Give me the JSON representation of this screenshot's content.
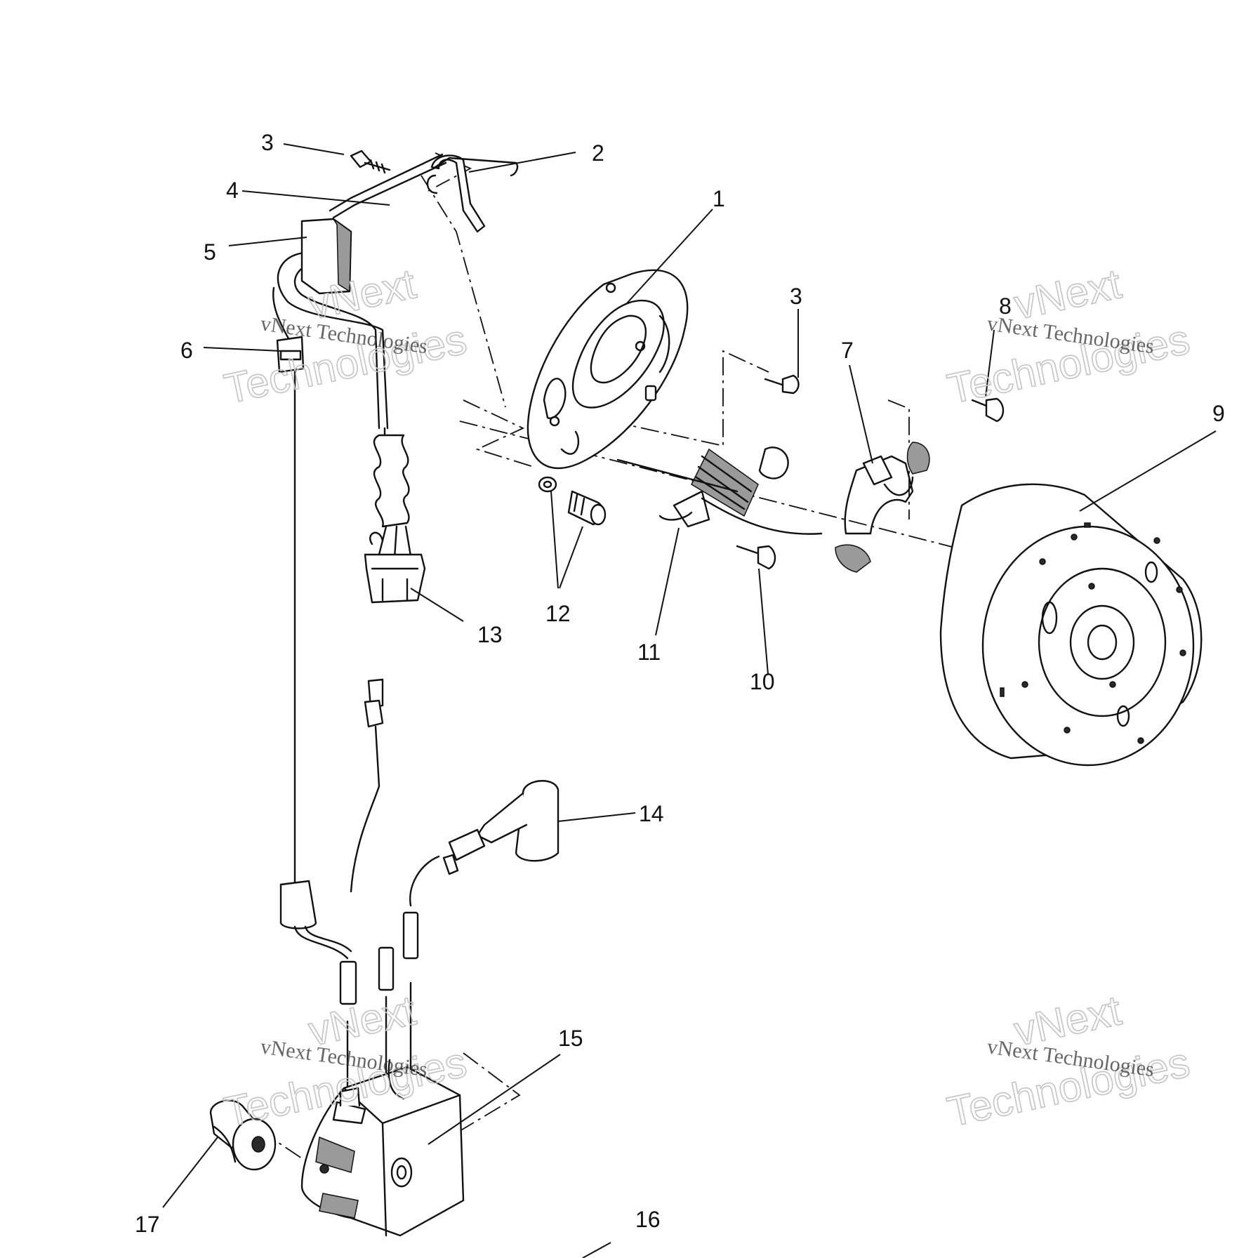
{
  "callouts": [
    {
      "id": "1",
      "label": "1"
    },
    {
      "id": "2",
      "label": "2"
    },
    {
      "id": "3a",
      "label": "3"
    },
    {
      "id": "3b",
      "label": "3"
    },
    {
      "id": "4",
      "label": "4"
    },
    {
      "id": "5",
      "label": "5"
    },
    {
      "id": "6",
      "label": "6"
    },
    {
      "id": "7",
      "label": "7"
    },
    {
      "id": "8",
      "label": "8"
    },
    {
      "id": "9",
      "label": "9"
    },
    {
      "id": "10",
      "label": "10"
    },
    {
      "id": "11",
      "label": "11"
    },
    {
      "id": "12",
      "label": "12"
    },
    {
      "id": "13",
      "label": "13"
    },
    {
      "id": "14",
      "label": "14"
    },
    {
      "id": "15",
      "label": "15"
    },
    {
      "id": "16",
      "label": "16"
    },
    {
      "id": "17",
      "label": "17"
    }
  ],
  "watermark": {
    "brand": "vNext",
    "company": "Technologies",
    "full": "vNext Technologies"
  }
}
